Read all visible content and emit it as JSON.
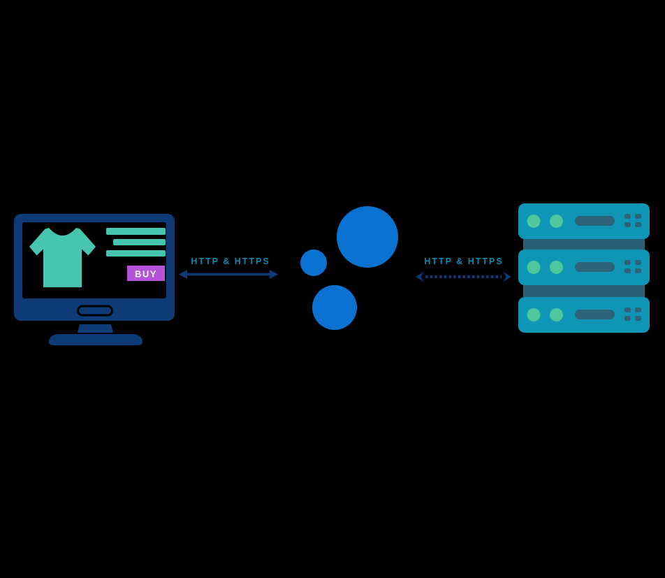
{
  "colors": {
    "background": "#000000",
    "navy": "#0E3A75",
    "screen_black": "#000000",
    "mint": "#47C5AF",
    "purple": "#B553D8",
    "buy_text": "#FFFFFF",
    "label_teal": "#1187AC",
    "circle_blue": "#0A73D2",
    "server_body": "#0F95B5",
    "server_dark": "#2D6277",
    "server_connector": "#2A5E72",
    "server_light_green": "#4FC79C"
  },
  "client_screen": {
    "buy_label": "BUY"
  },
  "connections": {
    "left": {
      "label": "HTTP & HTTPS"
    },
    "right": {
      "label": "HTTP & HTTPS"
    }
  }
}
